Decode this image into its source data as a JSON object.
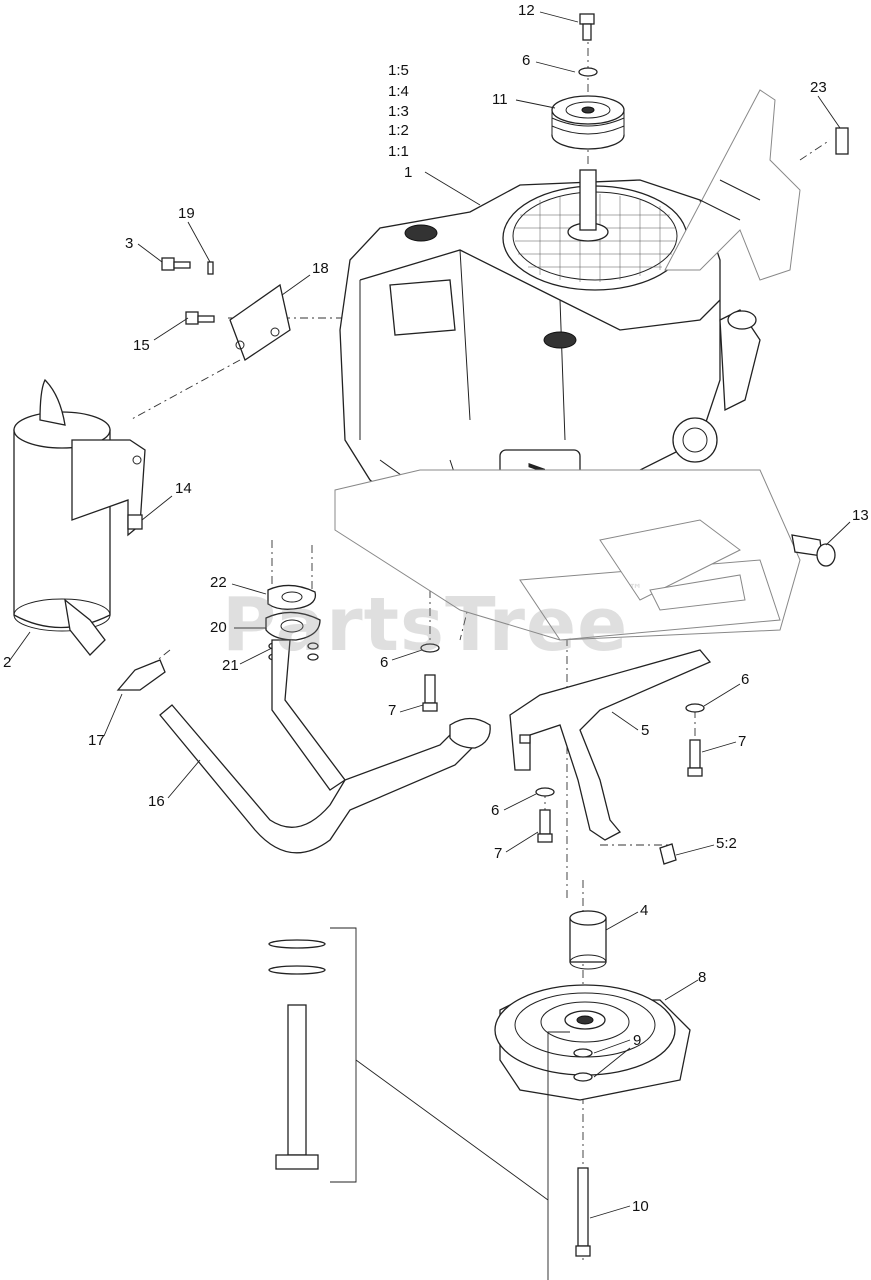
{
  "watermark": {
    "text": "PartsTree",
    "mark": "™"
  },
  "callouts": {
    "c12": "12",
    "c6a": "6",
    "c11": "11",
    "c1_5": "1:5",
    "c1_4": "1:4",
    "c1_3": "1:3",
    "c1_2": "1:2",
    "c1_1": "1:1",
    "c1": "1",
    "c23": "23",
    "c19": "19",
    "c3": "3",
    "c18": "18",
    "c15": "15",
    "c14": "14",
    "c13": "13",
    "c22": "22",
    "c20": "20",
    "c21": "21",
    "c2": "2",
    "c6b": "6",
    "c6c": "6",
    "c7a": "7",
    "c7b": "7",
    "c17": "17",
    "c5": "5",
    "c16": "16",
    "c6d": "6",
    "c7c": "7",
    "c5_2": "5:2",
    "c4": "4",
    "c8": "8",
    "c9": "9",
    "c10": "10"
  }
}
